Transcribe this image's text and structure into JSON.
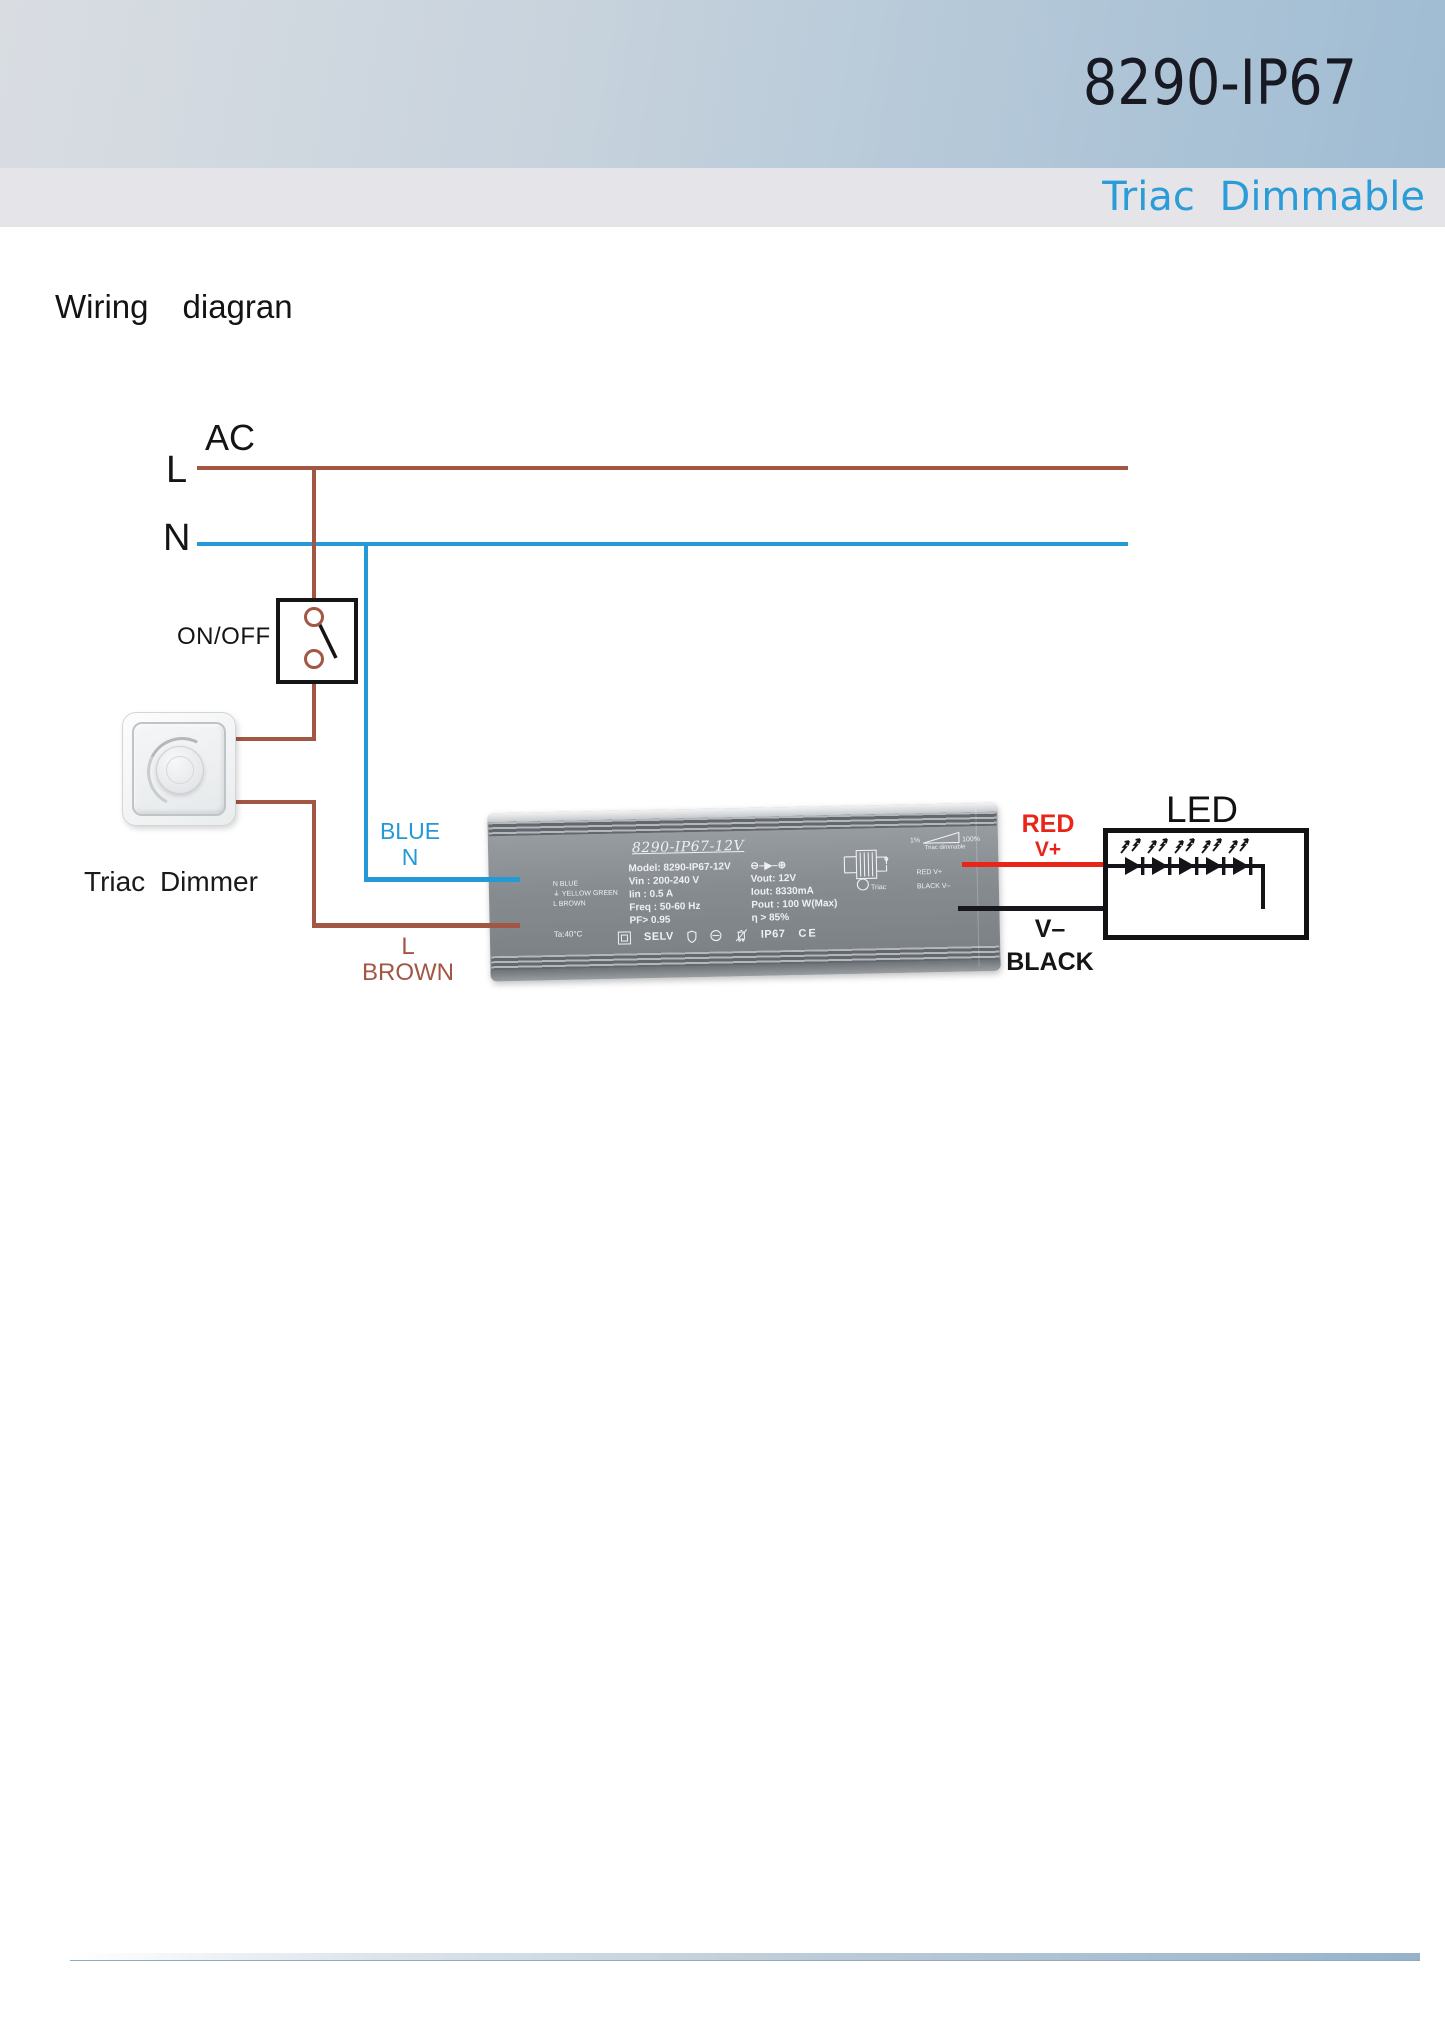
{
  "colors": {
    "wire-brown": "#a25744",
    "wire-blue": "#2599d6",
    "wire-red": "#e9251a",
    "wire-black": "#17171b",
    "accent-blue": "#2b9cd8",
    "title-dark": "#191923",
    "header-grad-left": "#d9dde2",
    "header-grad-right": "#9fbcd3",
    "subband-gray": "#e5e5e9"
  },
  "header": {
    "model": "8290-IP67",
    "subtitle": "Triac Dimmable"
  },
  "section": {
    "title_word1": "Wiring",
    "title_word2": "diagran"
  },
  "diagram": {
    "ac_label": "AC",
    "live_label": "L",
    "neutral_label": "N",
    "switch_label": "ON/OFF",
    "dimmer_label": "Triac Dimmer",
    "neutral_wire": {
      "color_name": "BLUE",
      "terminal": "N"
    },
    "live_wire": {
      "terminal": "L",
      "color_name": "BROWN"
    },
    "positive_wire": {
      "color_name": "RED",
      "terminal": "V+"
    },
    "negative_wire": {
      "terminal": "V–",
      "color_name": "BLACK"
    },
    "led_label": "LED",
    "led_count": 5
  },
  "psu": {
    "title": "8290-IP67-12V",
    "specs_left_1": "Model: 8290-IP67-12V",
    "specs_left_2": "Vin : 200-240 V",
    "specs_left_3": "Iin : 0.5 A",
    "specs_left_4": "Freq : 50-60 Hz",
    "specs_left_5": "PF> 0.95",
    "specs_right_1": "⊖–▶–⊕",
    "specs_right_2": "Vout: 12V",
    "specs_right_3": "Iout: 8330mA",
    "specs_right_4": "Pout : 100 W(Max)",
    "specs_right_5": "η > 85%",
    "input_legend_1": "N   BLUE",
    "input_legend_2": "⏚   YELLOW GREEN",
    "input_legend_3": "L   BROWN",
    "temp": "Ta:40°C",
    "ramp": {
      "low": "1%",
      "high": "100%",
      "caption": "Triac dimmable"
    },
    "output_legend_1": "RED     V+",
    "output_legend_2": "BLACK  V–",
    "triac_label": "Triac",
    "certs": {
      "selv": "SELV",
      "ip": "IP67",
      "ce": "CE"
    }
  }
}
